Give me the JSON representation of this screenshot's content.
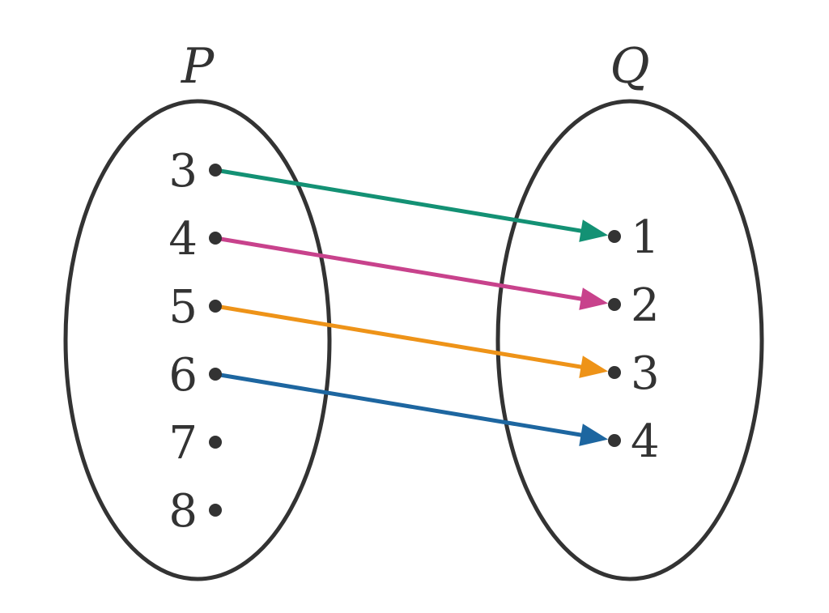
{
  "set_p": {
    "label": "P",
    "elements": [
      "3",
      "4",
      "5",
      "6",
      "7",
      "8"
    ]
  },
  "set_q": {
    "label": "Q",
    "elements": [
      "1",
      "2",
      "3",
      "4"
    ]
  },
  "mappings": [
    {
      "from": "3",
      "to": "1",
      "color": "#139174"
    },
    {
      "from": "4",
      "to": "2",
      "color": "#c8428c"
    },
    {
      "from": "5",
      "to": "3",
      "color": "#ee9318"
    },
    {
      "from": "6",
      "to": "4",
      "color": "#1d66a0"
    }
  ],
  "colors": {
    "ink": "#333333"
  }
}
